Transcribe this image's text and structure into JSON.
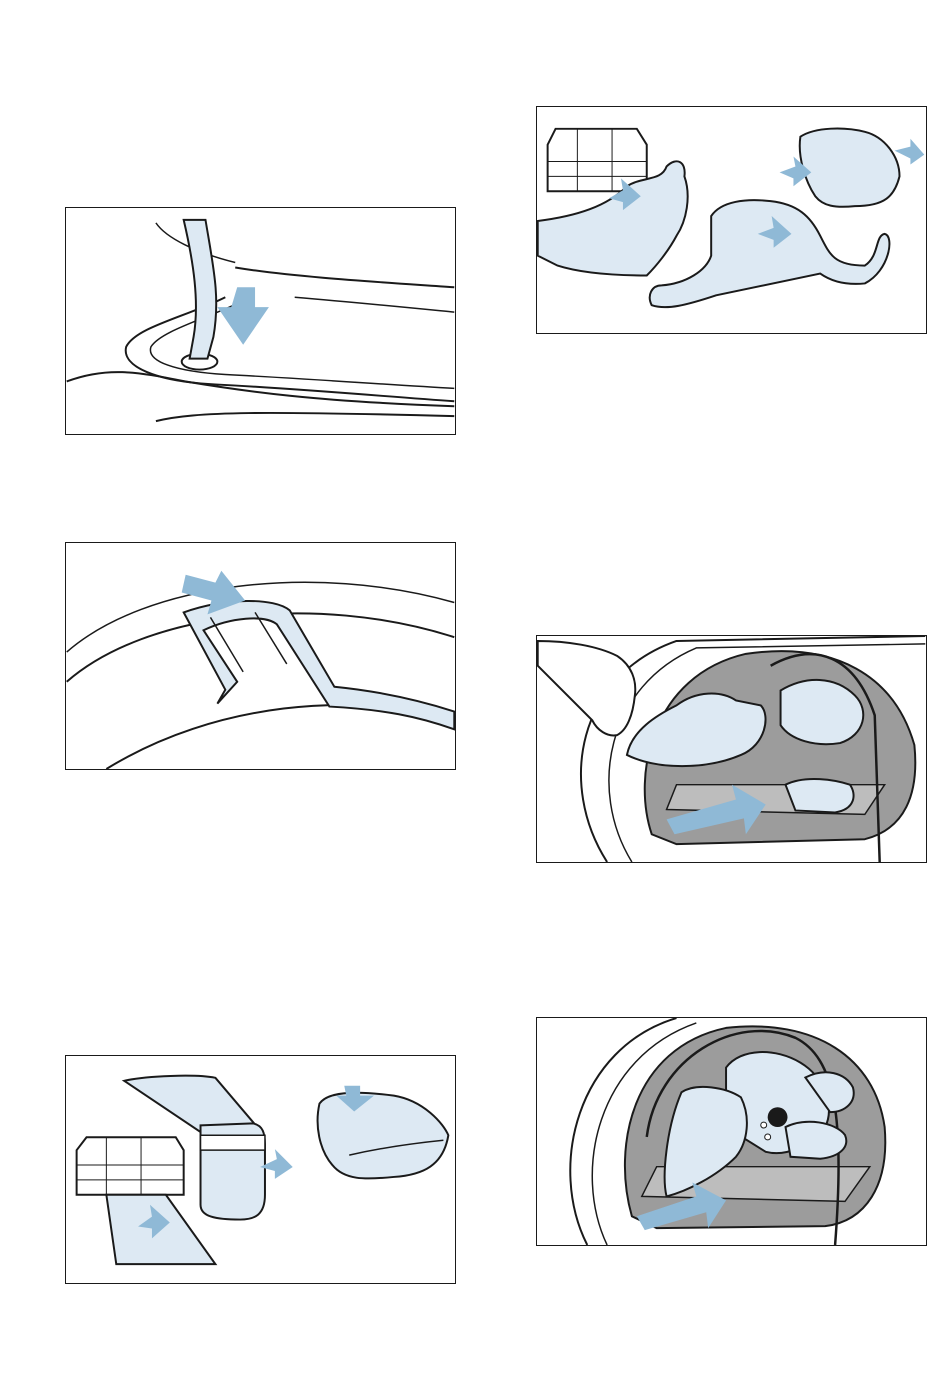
{
  "colors": {
    "arrow": "#8fb9d6",
    "cloth": "#dde9f3",
    "line": "#1a1a1a",
    "drum": "#9c9c9c"
  },
  "figures": [
    {
      "id": "hose-in-drain",
      "icon": "hose-drain-illustration"
    },
    {
      "id": "drying-rack-in-drum",
      "icon": "rack-drum-illustration"
    },
    {
      "id": "socks-into-rack",
      "icon": "socks-rack-illustration"
    },
    {
      "id": "garment-into-rack",
      "icon": "garment-rack-illustration"
    },
    {
      "id": "shoes-on-rack",
      "icon": "shoes-rack-illustration"
    },
    {
      "id": "soft-toy-on-rack",
      "icon": "toy-rack-illustration"
    }
  ]
}
